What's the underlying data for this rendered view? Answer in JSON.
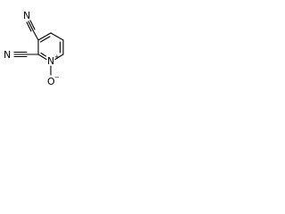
{
  "molecule": {
    "atoms": {
      "n_cyano_top": "N",
      "n_cyano_left": "N",
      "n_ring": "N",
      "n_ring_charge": "+",
      "o_oxide": "O",
      "o_oxide_charge": "−"
    }
  }
}
